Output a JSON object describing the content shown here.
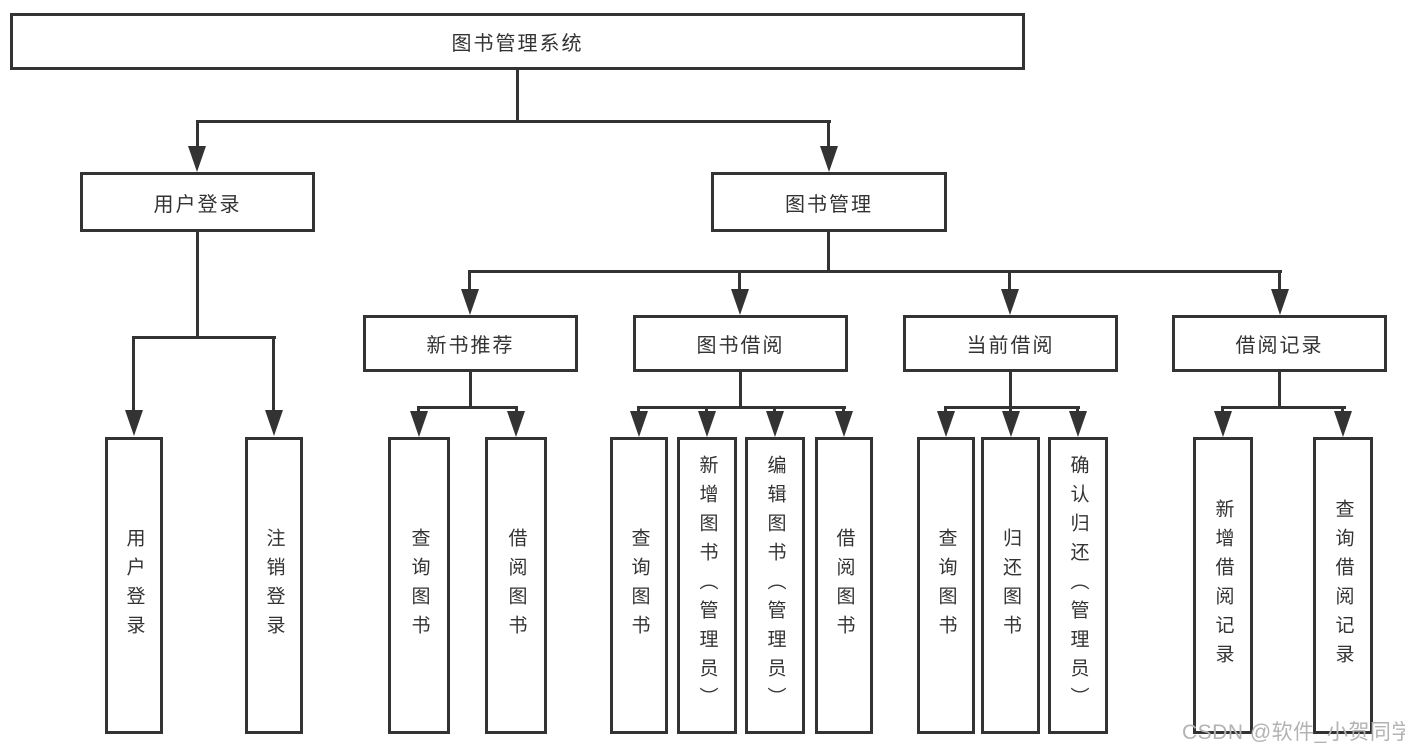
{
  "colors": {
    "line": "#333333",
    "text": "#333333",
    "box_background": "#ffffff",
    "page_background": "#ffffff",
    "watermark": "#b3b3b3"
  },
  "watermark": "CSDN @软件_小贺同学",
  "tree": {
    "label": "图书管理系统",
    "children": [
      {
        "label": "用户登录",
        "children": [
          {
            "label": "用户登录"
          },
          {
            "label": "注销登录"
          }
        ]
      },
      {
        "label": "图书管理",
        "children": [
          {
            "label": "新书推荐",
            "children": [
              {
                "label": "查询图书"
              },
              {
                "label": "借阅图书"
              }
            ]
          },
          {
            "label": "图书借阅",
            "children": [
              {
                "label": "查询图书"
              },
              {
                "label": "新增图书（管理员）"
              },
              {
                "label": "编辑图书（管理员）"
              },
              {
                "label": "借阅图书"
              }
            ]
          },
          {
            "label": "当前借阅",
            "children": [
              {
                "label": "查询图书"
              },
              {
                "label": "归还图书"
              },
              {
                "label": "确认归还（管理员）"
              }
            ]
          },
          {
            "label": "借阅记录",
            "children": [
              {
                "label": "新增借阅记录"
              },
              {
                "label": "查询借阅记录"
              }
            ]
          }
        ]
      }
    ]
  }
}
